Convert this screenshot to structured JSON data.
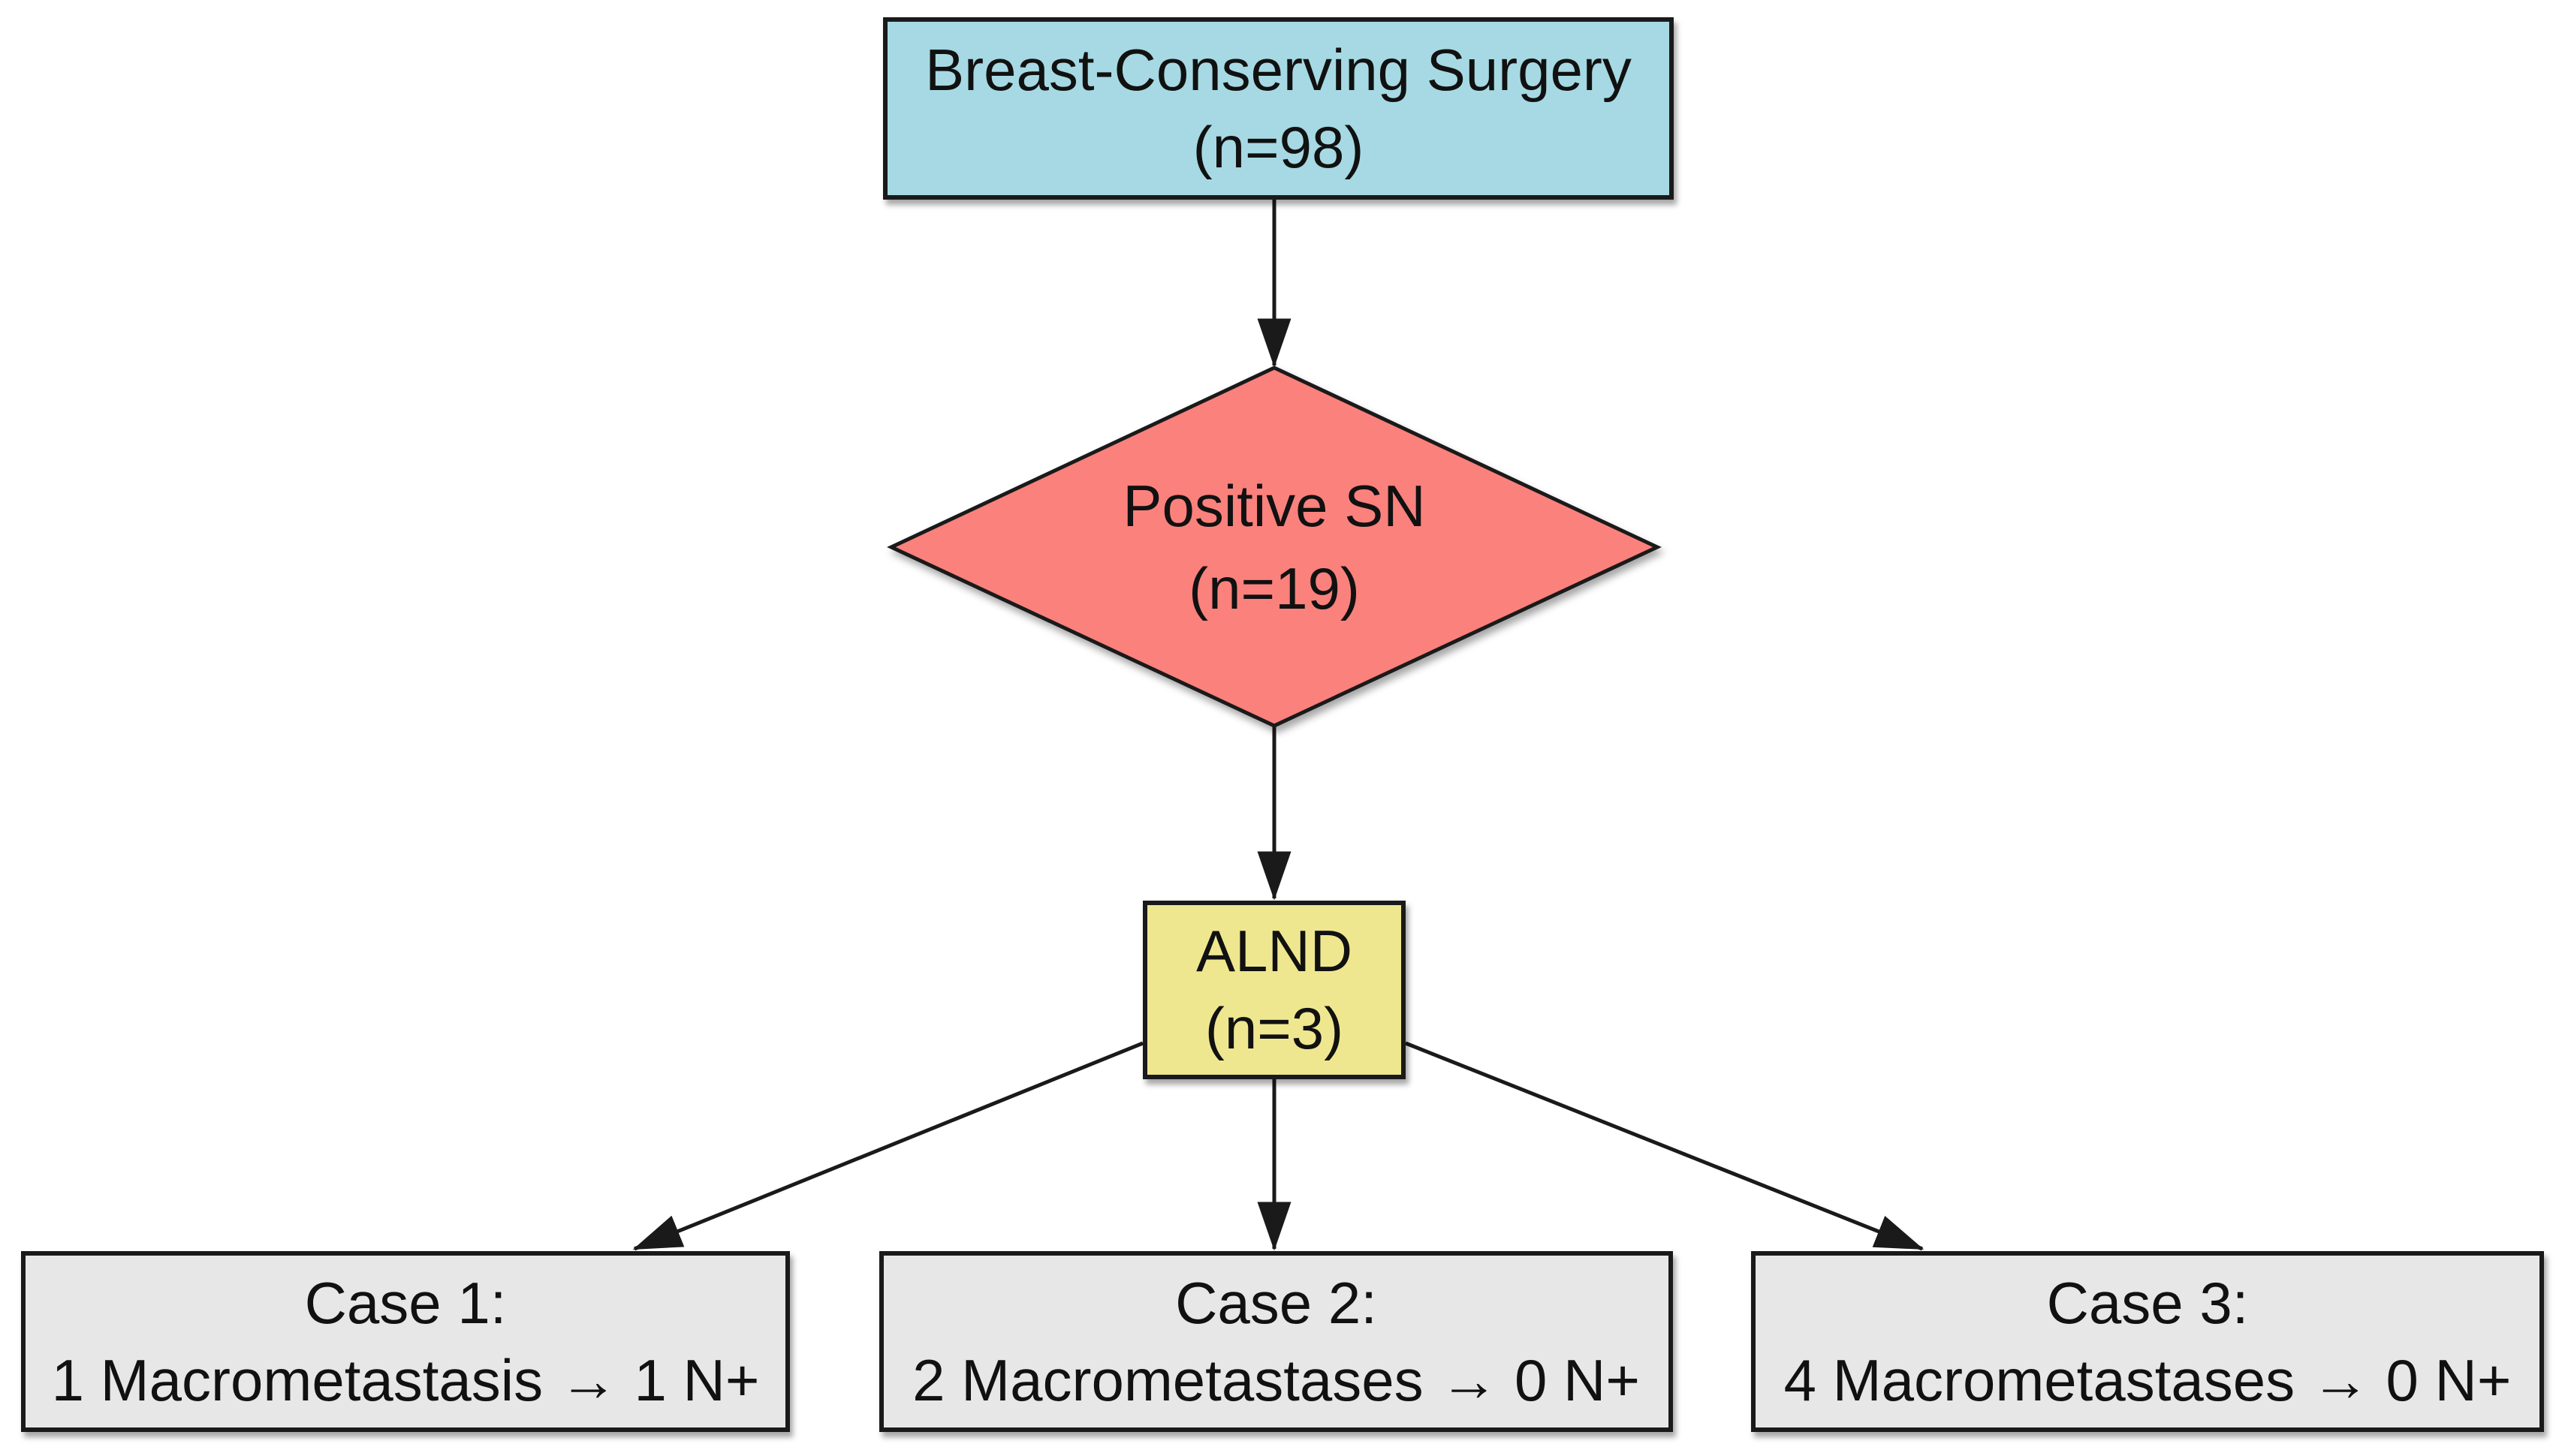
{
  "diagram": {
    "type": "flowchart",
    "background": "#ffffff",
    "line_color": "#1a1a1a",
    "text_color": "#111111",
    "nodes": {
      "bcs": {
        "shape": "rect",
        "fill": "#a6d9e3",
        "lines": [
          "Breast-Conserving Surgery",
          "(n=98)"
        ]
      },
      "positive_sn": {
        "shape": "diamond",
        "fill": "#fb817d",
        "lines": [
          "Positive SN",
          "(n=19)"
        ]
      },
      "alnd": {
        "shape": "rect",
        "fill": "#efe78f",
        "lines": [
          "ALND",
          "(n=3)"
        ]
      },
      "case1": {
        "shape": "rect",
        "fill": "#e7e7e7",
        "lines": [
          "Case 1:",
          "1 Macrometastasis → 1 N+"
        ]
      },
      "case2": {
        "shape": "rect",
        "fill": "#e7e7e7",
        "lines": [
          "Case 2:",
          "2 Macrometastases → 0 N+"
        ]
      },
      "case3": {
        "shape": "rect",
        "fill": "#e7e7e7",
        "lines": [
          "Case 3:",
          "4 Macrometastases → 0 N+"
        ]
      }
    },
    "edges": [
      {
        "from": "bcs",
        "to": "positive_sn"
      },
      {
        "from": "positive_sn",
        "to": "alnd"
      },
      {
        "from": "alnd",
        "to": "case1"
      },
      {
        "from": "alnd",
        "to": "case2"
      },
      {
        "from": "alnd",
        "to": "case3"
      }
    ]
  }
}
